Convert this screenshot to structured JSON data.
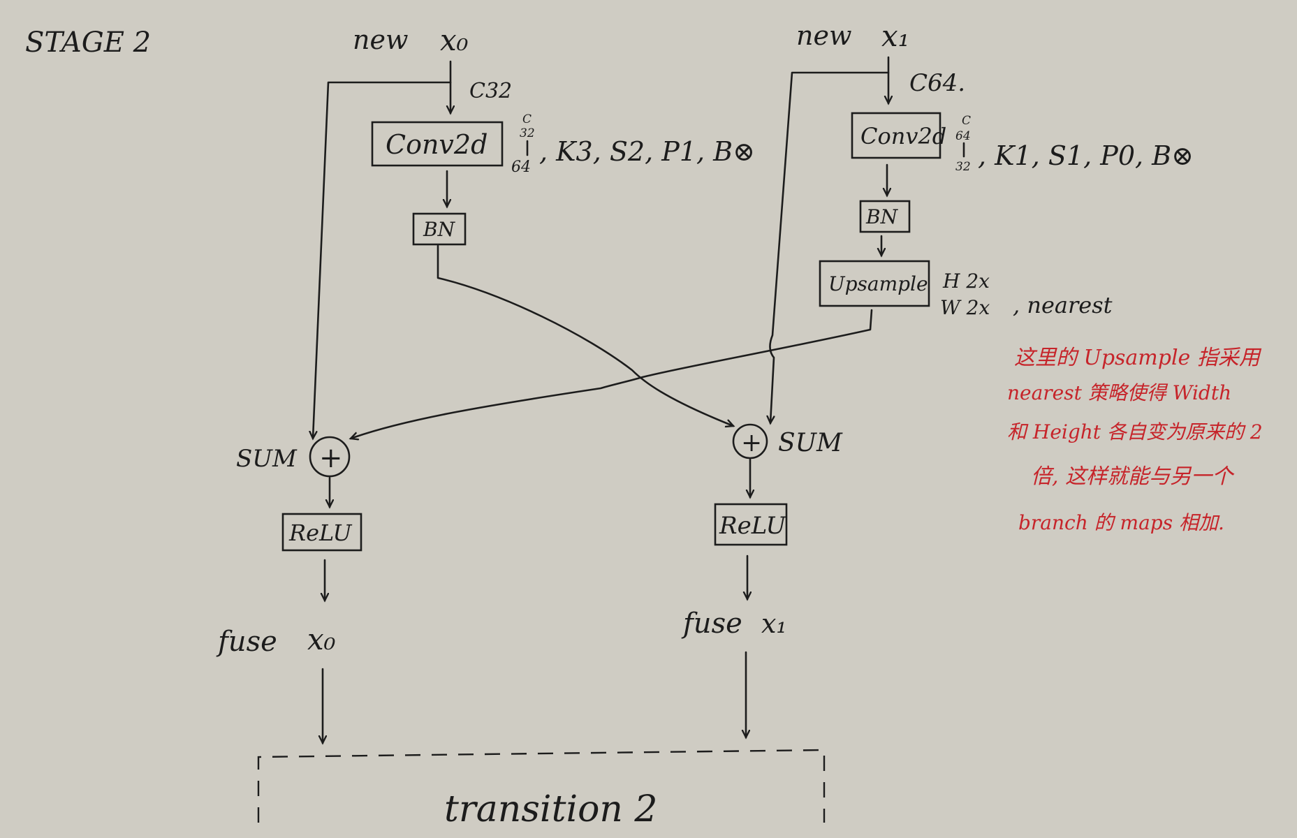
{
  "title": "STAGE 2",
  "branch0": {
    "input_label": "new",
    "input_var": "x₀",
    "channels": "C32",
    "conv_label": "Conv2d",
    "conv_c": "C",
    "conv_c_in": "32",
    "conv_c_out": "64",
    "conv_params": ", K3, S2, P1, B⊗",
    "bn_label": "BN",
    "sum_label": "SUM",
    "relu_label": "ReLU",
    "output_label": "fuse",
    "output_var": "x₀"
  },
  "branch1": {
    "input_label": "new",
    "input_var": "x₁",
    "channels": "C64.",
    "conv_label": "Conv2d",
    "conv_c": "C",
    "conv_c_in": "64",
    "conv_c_out": "32",
    "conv_params": ", K1, S1, P0, B⊗",
    "bn_label": "BN",
    "upsample_label": "Upsample",
    "upsample_h": "H 2x",
    "upsample_w": "W 2x",
    "upsample_mode": ", nearest",
    "sum_label": "SUM",
    "relu_label": "ReLU",
    "output_label": "fuse",
    "output_var": "x₁"
  },
  "note": {
    "line1": "这里的 Upsample 指采用",
    "line2": "nearest 策略使得 Width",
    "line3": "和 Height 各自变为原来的 2",
    "line4": "倍, 这样就能与另一个",
    "line5": "branch 的 maps 相加."
  },
  "transition_label": "transition 2",
  "colors": {
    "paper": "#cfccc3",
    "ink": "#1c1c1c",
    "note_ink": "#c6242a"
  }
}
